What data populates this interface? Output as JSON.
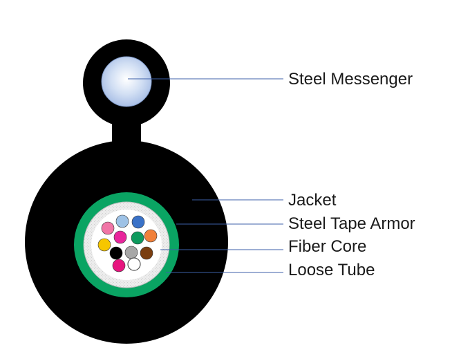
{
  "diagram": {
    "labels": {
      "messenger": "Steel Messenger",
      "jacket": "Jacket",
      "armor": "Steel Tape Armor",
      "core": "Fiber Core",
      "tube": "Loose Tube"
    },
    "colors": {
      "jacket": "#000000",
      "armor": "#0aa463",
      "leader_line": "#3d5fa8",
      "messenger_steel": "#c9d8f0",
      "loose_tube_fill": "#e6e6e6",
      "fiber_core_fill": "#ffffff"
    },
    "fibers": [
      {
        "name": "rose",
        "color": "#f075a6"
      },
      {
        "name": "light-blue",
        "color": "#9ec2e6"
      },
      {
        "name": "blue",
        "color": "#3a72c8"
      },
      {
        "name": "yellow",
        "color": "#f6c600"
      },
      {
        "name": "magenta",
        "color": "#e8259c"
      },
      {
        "name": "green",
        "color": "#0e9a5e"
      },
      {
        "name": "orange",
        "color": "#f1803a"
      },
      {
        "name": "black",
        "color": "#000000"
      },
      {
        "name": "grey",
        "color": "#a7a7a7"
      },
      {
        "name": "brown",
        "color": "#7a3e10"
      },
      {
        "name": "pink",
        "color": "#e7157f"
      },
      {
        "name": "white",
        "color": "#ffffff"
      }
    ]
  }
}
